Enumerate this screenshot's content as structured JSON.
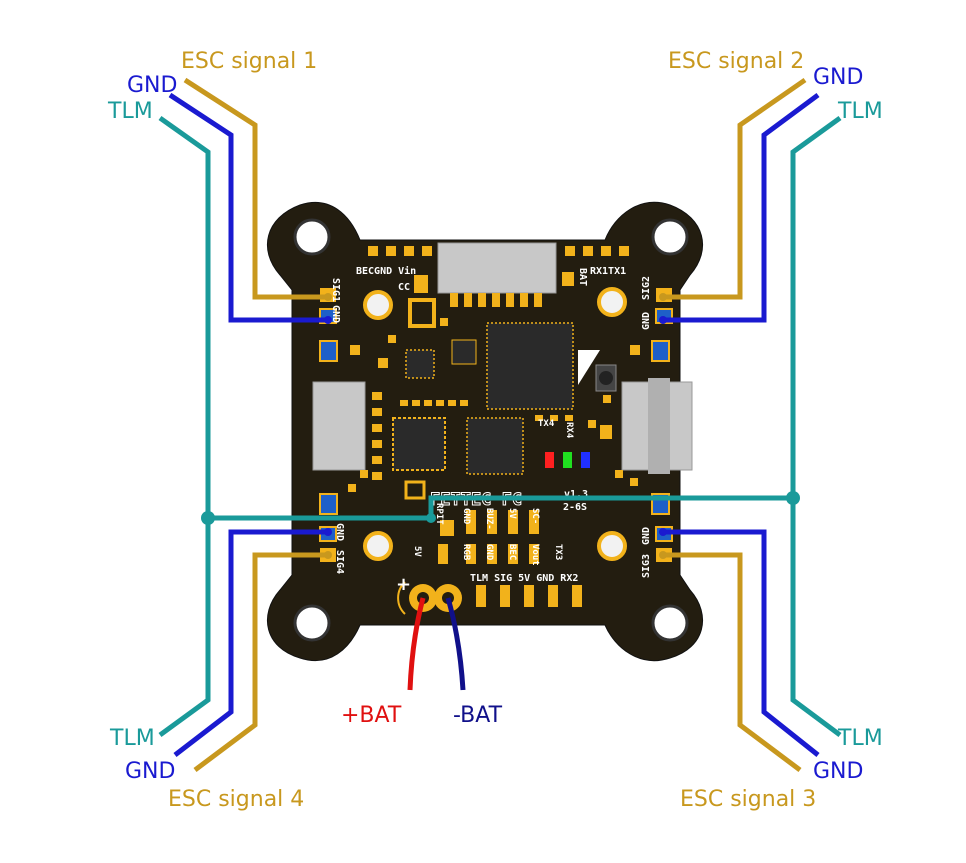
{
  "colors": {
    "esc_signal": "#c8981e",
    "gnd": "#1a1ad0",
    "tlm": "#1a9a9a",
    "bat_plus": "#e01010",
    "bat_minus": "#10108a",
    "pcb_body": "#231d10",
    "pcb_pad": "#f2b21b",
    "pcb_chip": "#2a2a2a",
    "pcb_connector": "#c8c8c8",
    "pad_blue": "#1e5fc8"
  },
  "labels": {
    "esc1": "ESC signal 1",
    "esc2": "ESC signal 2",
    "esc3": "ESC signal 3",
    "esc4": "ESC signal 4",
    "gnd_tl": "GND",
    "gnd_tr": "GND",
    "gnd_bl": "GND",
    "gnd_br": "GND",
    "tlm_tl": "TLM",
    "tlm_tr": "TLM",
    "tlm_bl": "TLM",
    "tlm_br": "TLM",
    "bat_plus": "+BAT",
    "bat_minus": "-BAT"
  },
  "pcb": {
    "sig1": "SIG1",
    "sig2": "SIG2",
    "sig3": "SIG3",
    "sig4": "SIG4",
    "gnd": "GND",
    "top_left": "BECGND Vin",
    "cc": "CC",
    "bat": "BAT",
    "rx1tx1": "RX1TX1",
    "tx4": "TX4",
    "rx4": "RX4",
    "brand": "FETTEC FC",
    "version": "v1.3",
    "cells": "2-6S",
    "row_top": [
      "RPIT",
      "GND",
      "BUZ-",
      "5V",
      "SC-"
    ],
    "row_bottom": [
      "5V",
      "RGB",
      "GND",
      "BEC",
      "Vout",
      "TX3"
    ],
    "bottom_row": "TLM SIG 5V GND RX2",
    "plus": "+"
  }
}
